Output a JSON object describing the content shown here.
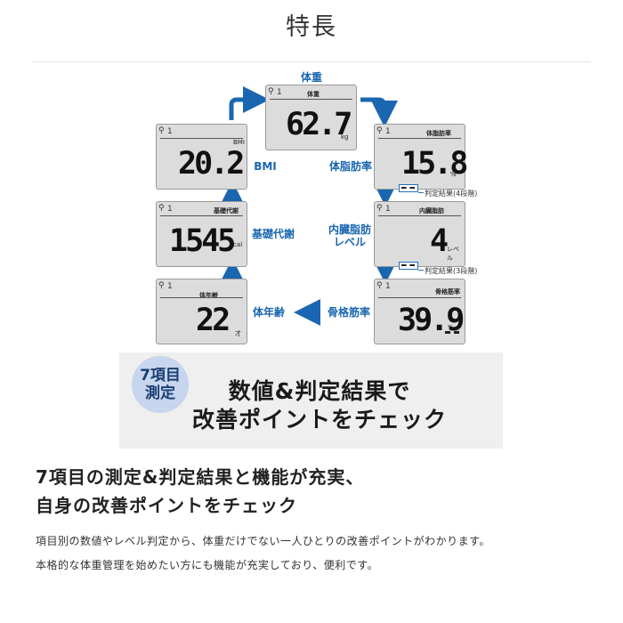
{
  "page_title": "特長",
  "panels": {
    "weight": {
      "label": "体重",
      "value": "62.7",
      "unit": "kg",
      "caption": "体重"
    },
    "bmi": {
      "label": "",
      "value": "20.2",
      "unit": "BMI",
      "caption": "BMI"
    },
    "body_fat": {
      "label": "体脂肪率",
      "value": "15.8",
      "unit": "%",
      "caption": "体脂肪率"
    },
    "basal_metabolism": {
      "label": "基礎代謝",
      "value": "1545",
      "unit": "kcal",
      "caption": "基礎代謝"
    },
    "visceral_fat": {
      "label": "内臓脂肪",
      "value": "4",
      "unit": "レベル",
      "caption": "内臓脂肪\nレベル"
    },
    "body_age": {
      "label": "体年齢",
      "value": "22",
      "unit": "才",
      "caption": "体年齢"
    },
    "skeletal_muscle": {
      "label": "骨格筋率",
      "value": "39.9",
      "unit": "%",
      "caption": "骨格筋率"
    }
  },
  "visceral_caption_line1": "内臓脂肪",
  "visceral_caption_line2": "レベル",
  "judgement_4": "判定結果(4段階)",
  "judgement_3": "判定結果(3段階)",
  "banner": {
    "badge_line1": "7項目",
    "badge_line2": "測定",
    "line1": "数値&判定結果で",
    "line2": "改善ポイントをチェック"
  },
  "heading_line1": "7項目の測定&判定結果と機能が充実、",
  "heading_line2": "自身の改善ポイントをチェック",
  "paragraph_line1": "項目別の数値やレベル判定から、体重だけでない一人ひとりの改善ポイントがわかります。",
  "paragraph_line2": "本格的な体重管理を始めたい方にも機能が充実しており、便利です。",
  "colors": {
    "accent_blue": "#1a66b0",
    "badge_bg": "#c7d5ee",
    "banner_bg": "#efefef",
    "lcd_bg": "#dcdcdc"
  },
  "lcd_user_indicator": "1"
}
